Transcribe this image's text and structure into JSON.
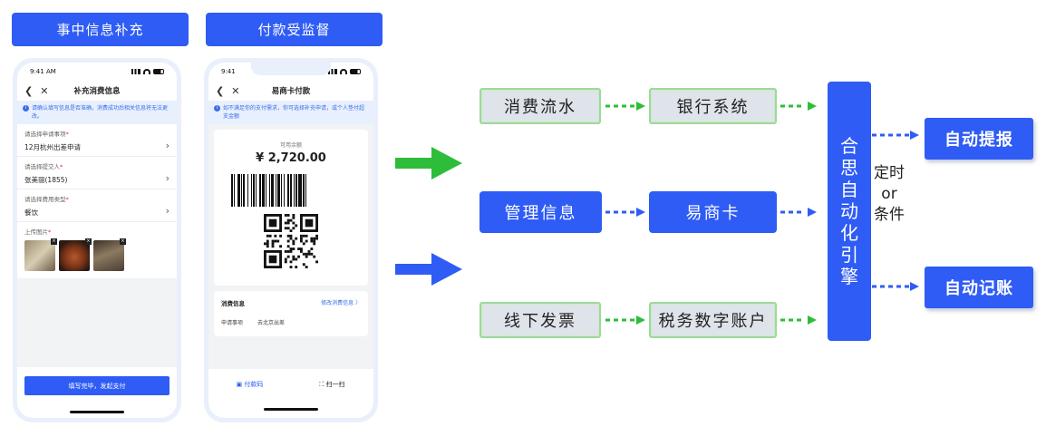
{
  "tags": {
    "left": "事中信息补充",
    "right": "付款受监督"
  },
  "phone1": {
    "time": "9:41 AM",
    "title": "补充消费信息",
    "notice": "请确认填写信息是否准确，消费成功后相关信息将无法更改。",
    "fields": [
      {
        "label": "请选择申请事项",
        "value": "12月杭州出差申请"
      },
      {
        "label": "请选择提交人",
        "value": "张美丽(1855)"
      },
      {
        "label": "请选择费用类型",
        "value": "餐饮"
      }
    ],
    "upload_label": "上传图片",
    "submit": "填写完毕，发起支付"
  },
  "phone2": {
    "time": "9:41",
    "title": "易商卡付款",
    "notice": "如不满足你的支付需求，你可选择补充申请，或个人垫付超支金额",
    "balance_label": "可用余额",
    "balance": "¥ 2,720.00",
    "info_title": "消费信息",
    "info_link": "修改消费信息 〉",
    "info_key": "申请事项",
    "info_val": "去北京出差",
    "tab_pay": "付款码",
    "tab_scan": "扫一扫"
  },
  "flow": {
    "row1_src": "消费流水",
    "row1_dst": "银行系统",
    "row2_src": "管理信息",
    "row2_dst": "易商卡",
    "row3_src": "线下发票",
    "row3_dst": "税务数字账户",
    "engine": "合思自动化引擎",
    "condition": "定时or条件",
    "out1": "自动提报",
    "out2": "自动记账"
  },
  "colors": {
    "blue": "#2f5cf5",
    "green": "#2ebd3a",
    "dot_blue": "#2f5cf5"
  }
}
